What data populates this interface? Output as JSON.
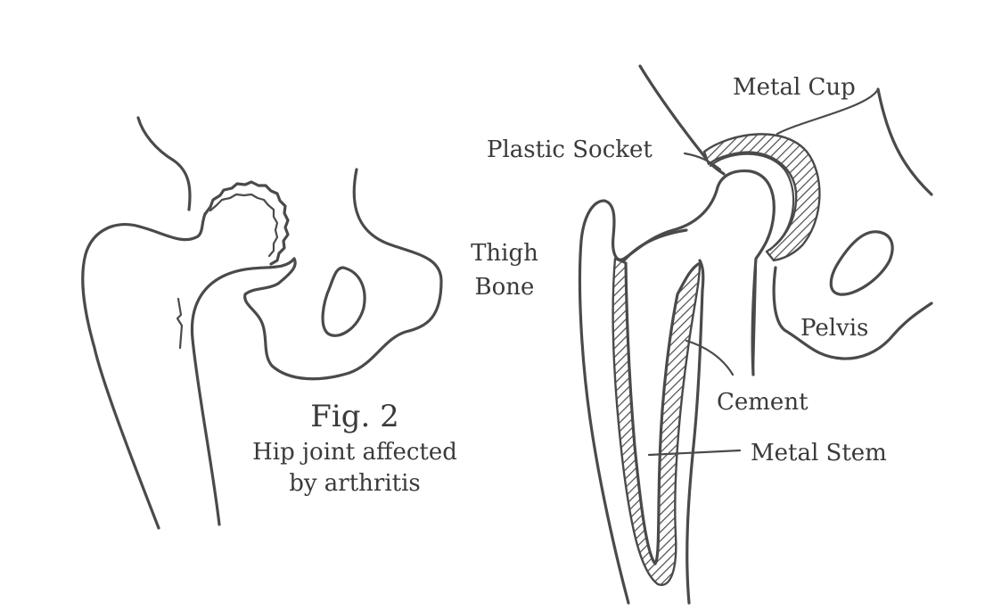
{
  "caption": {
    "figure_label": "Fig. 2",
    "line1": "Hip joint affected",
    "line2": "by arthritis"
  },
  "labels": {
    "thigh_bone_line1": "Thigh",
    "thigh_bone_line2": "Bone",
    "metal_cup": "Metal Cup",
    "plastic_socket": "Plastic Socket",
    "pelvis": "Pelvis",
    "cement": "Cement",
    "metal_stem": "Metal Stem"
  }
}
